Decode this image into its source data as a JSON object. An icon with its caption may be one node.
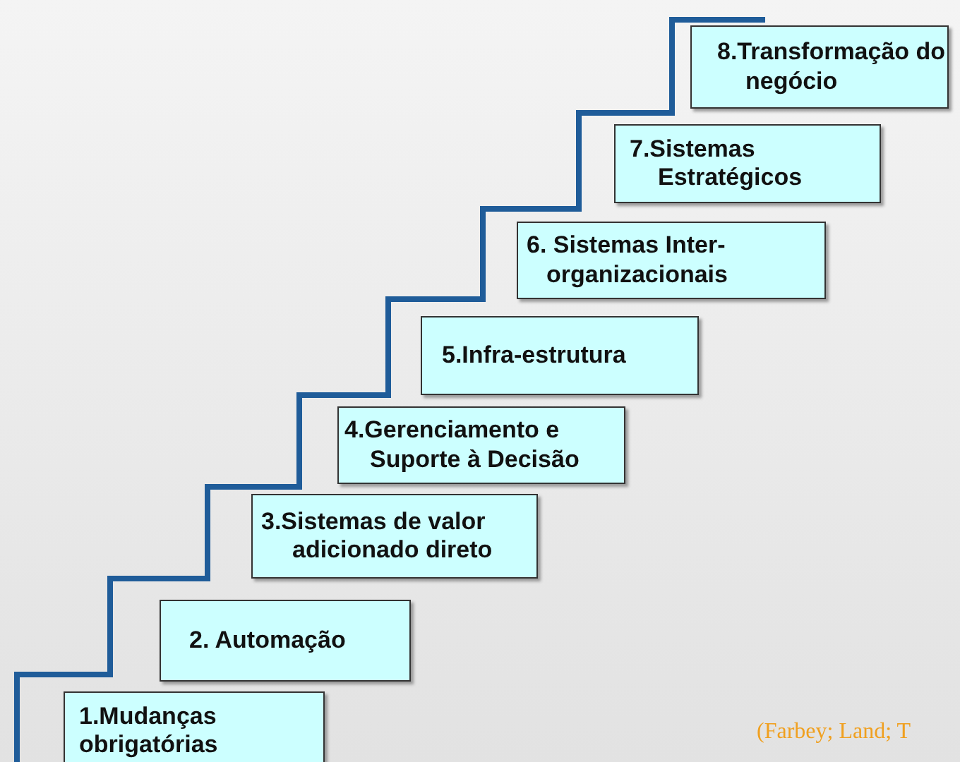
{
  "diagram": {
    "nodes": [
      {
        "text": [
          "1.Mudanças obrigatórias"
        ]
      },
      {
        "text": [
          "2. Automação"
        ]
      },
      {
        "text": [
          "3.Sistemas de valor adicionado direto"
        ]
      },
      {
        "text": [
          "4.Gerenciamento e Suporte à Decisão"
        ]
      },
      {
        "text": [
          "5.Infra-estrutura"
        ]
      },
      {
        "text": [
          "6. Sistemas Inter-organizacionais"
        ]
      },
      {
        "text": [
          "7.Sistemas Estratégicos"
        ]
      },
      {
        "text": [
          "8.Transformação do negócio"
        ]
      }
    ],
    "labels": [
      "(Farbey; Land; T"
    ]
  }
}
